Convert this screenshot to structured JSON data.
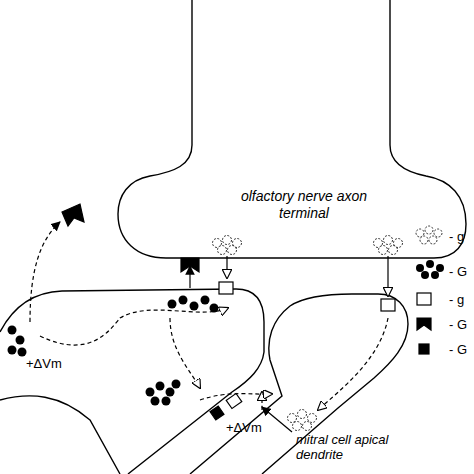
{
  "diagram": {
    "nodes": [
      {
        "text": [
          "olfactory nerve axon terminal"
        ]
      }
    ],
    "labels": [
      "+ΔVm",
      "+ΔVm",
      "mitral cell apical dendrite"
    ],
    "legend": [
      {
        "text": "- g"
      },
      {
        "text": "- G"
      },
      {
        "text": "- g"
      },
      {
        "text": "- G"
      },
      {
        "text": "- G"
      }
    ]
  }
}
